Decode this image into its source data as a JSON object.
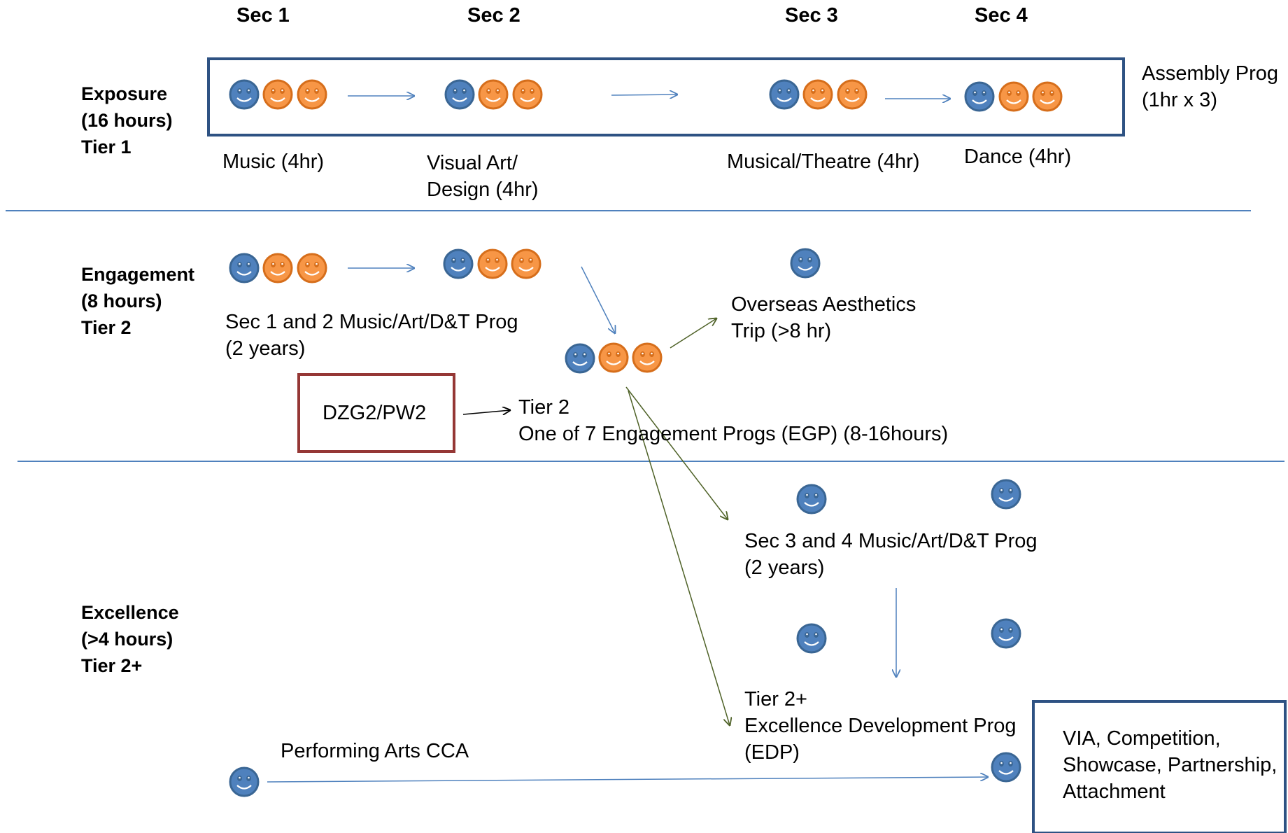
{
  "headers": [
    "Sec 1",
    "Sec 2",
    "Sec 3",
    "Sec 4"
  ],
  "tiers": [
    {
      "lines": [
        "Exposure",
        "(16 hours)",
        "Tier 1"
      ]
    },
    {
      "lines": [
        "Engagement",
        "(8 hours)",
        "Tier 2"
      ]
    },
    {
      "lines": [
        "Excellence",
        "(>4 hours)",
        "Tier 2+"
      ]
    }
  ],
  "exposure": {
    "assembly": [
      "Assembly Prog",
      "(1hr x 3)"
    ],
    "music": "Music (4hr)",
    "visual_art": [
      "Visual Art/",
      "Design (4hr)"
    ],
    "musical_theatre": "Musical/Theatre (4hr)",
    "dance": "Dance (4hr)"
  },
  "engagement": {
    "sec12_prog": [
      "Sec 1 and 2 Music/Art/D&T Prog",
      "(2 years)"
    ],
    "overseas": [
      "Overseas Aesthetics",
      "Trip (>8 hr)"
    ],
    "dzg_box": "DZG2/PW2",
    "egp": [
      "Tier 2",
      "One of 7 Engagement Progs (EGP) (8-16hours)"
    ]
  },
  "excellence": {
    "sec34_prog": [
      "Sec 3 and 4 Music/Art/D&T Prog",
      "(2 years)"
    ],
    "edp": [
      "Tier 2+",
      "Excellence Development Prog",
      "(EDP)"
    ],
    "cca": "Performing Arts CCA",
    "via_box": "VIA, Competition, Showcase, Partnership, Attachment"
  },
  "colors": {
    "blue_face": "#4f81bd",
    "blue_face_dark": "#3a6694",
    "orange_face": "#f79646",
    "orange_face_dark": "#d66e1b",
    "navy_frame": "#2e5283",
    "red_frame": "#953735",
    "blue_arrow": "#4f81bd",
    "green_arrow": "#4f6228"
  }
}
